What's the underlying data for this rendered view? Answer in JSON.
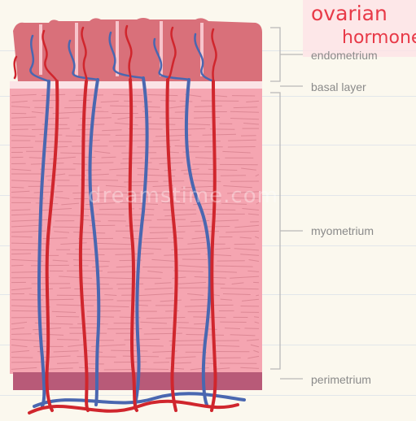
{
  "labels": {
    "endometrium": "endometrium",
    "basal_layer": "basal layer",
    "myometrium": "myometrium",
    "perimetrium": "perimetrium"
  },
  "annotation": {
    "line1": "ovarian",
    "line2": "hormones",
    "color": "#e83a48"
  },
  "watermark": "dreamstime.com",
  "colors": {
    "endometrium": "#d9707a",
    "basal_layer": "#fbe3e6",
    "myometrium": "#f5a5b1",
    "perimetrium": "#b85a78",
    "artery": "#d0262d",
    "vein": "#4a67b0",
    "bracket": "#b9b9b9"
  }
}
